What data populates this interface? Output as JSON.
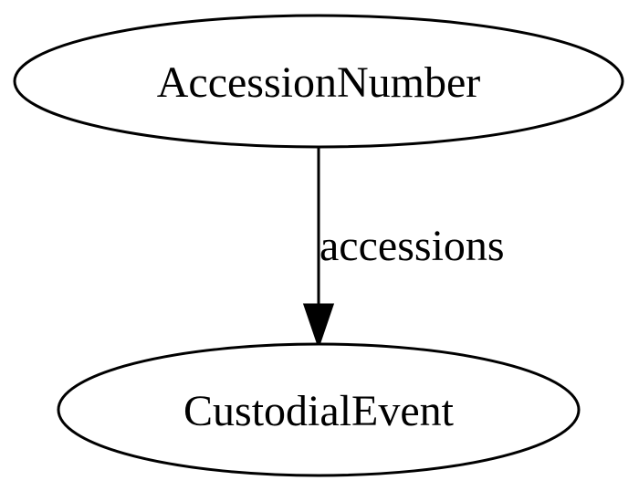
{
  "diagram": {
    "nodes": [
      {
        "id": "accession-number",
        "label": "AccessionNumber"
      },
      {
        "id": "custodial-event",
        "label": "CustodialEvent"
      }
    ],
    "edges": [
      {
        "from": "accession-number",
        "to": "custodial-event",
        "label": "accessions"
      }
    ]
  }
}
